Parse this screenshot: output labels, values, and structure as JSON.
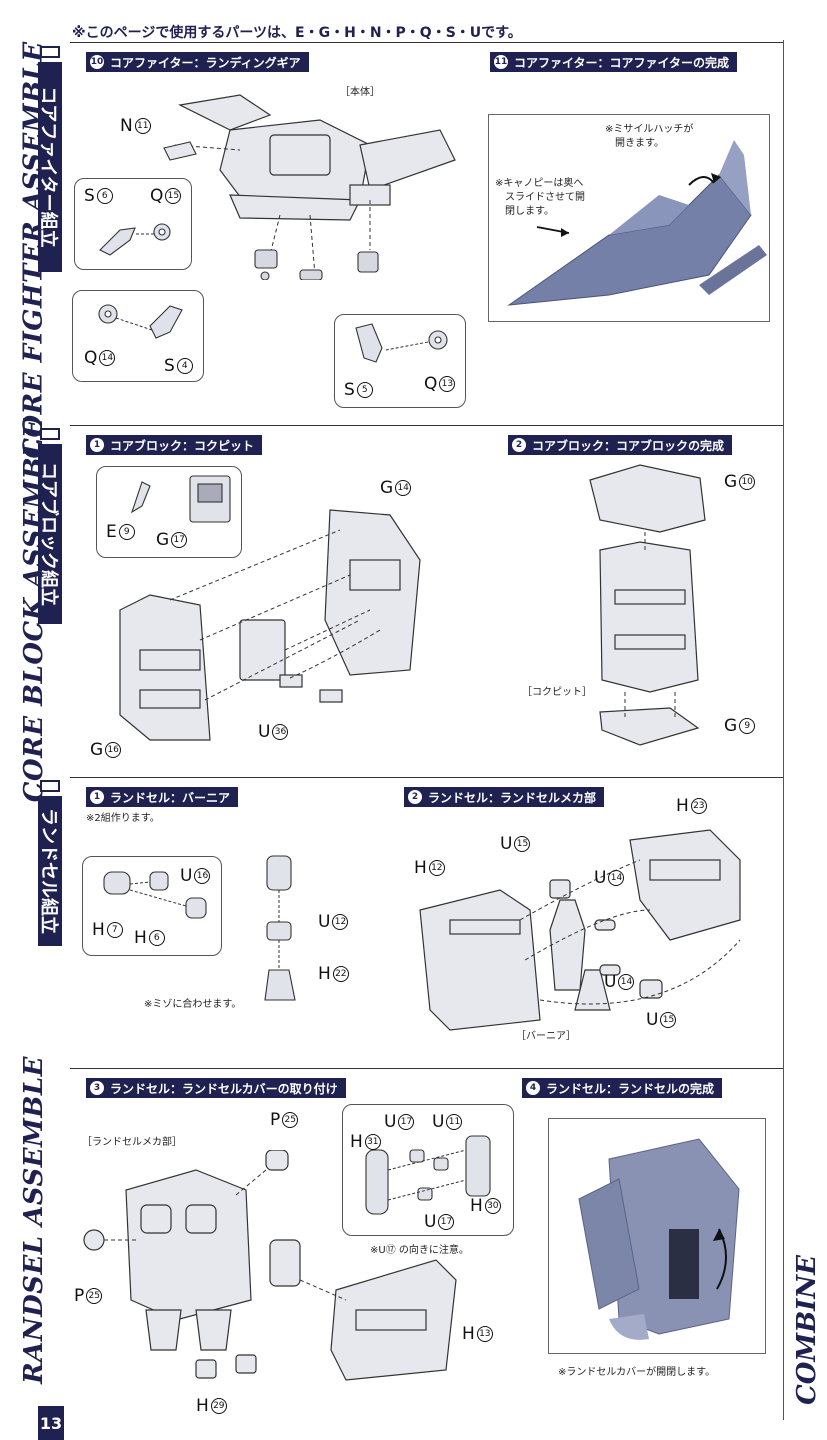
{
  "page": {
    "number": "13",
    "top_note": "※このページで使用するパーツは、E・G・H・N・P・Q・S・Uです。"
  },
  "sidebar": {
    "core_fighter_en": "CORE FIGHTER ASSEMBLE",
    "core_fighter_jp": "コアファイター組立",
    "core_block_en": "CORE BLOCK ASSEMBLE",
    "core_block_jp": "コアブロック組立",
    "randsel_en": "RANDSEL ASSEMBLE",
    "randsel_jp": "ランドセル組立",
    "right_en": "COMBINE"
  },
  "steps": {
    "s10": {
      "num": "10",
      "title": "コアファイター：ランディングギア"
    },
    "s11": {
      "num": "11",
      "title": "コアファイター：コアファイターの完成"
    },
    "cb1": {
      "num": "1",
      "title": "コアブロック：コクピット"
    },
    "cb2": {
      "num": "2",
      "title": "コアブロック：コアブロックの完成"
    },
    "rs1": {
      "num": "1",
      "title": "ランドセル：バーニア"
    },
    "rs2": {
      "num": "2",
      "title": "ランドセル：ランドセルメカ部"
    },
    "rs3": {
      "num": "3",
      "title": "ランドセル：ランドセルカバーの取り付け"
    },
    "rs4": {
      "num": "4",
      "title": "ランドセル：ランドセルの完成"
    }
  },
  "notes": {
    "honntai": "［本体］",
    "missile_hatch": "※ミサイルハッチが\n　開きます。",
    "canopy": "※キャノピーは奥へ\n　スライドさせて開\n　閉します。",
    "cockpit": "［コクピット］",
    "two_sets": "※2組作ります。",
    "groove": "※ミゾに合わせます。",
    "vernier": "［バーニア］",
    "randsel_mecha": "［ランドセルメカ部］",
    "u17_note": "※U⑰ の向きに注意。",
    "cover_opens": "※ランドセルカバーが開閉します。"
  },
  "parts": {
    "n11": {
      "letter": "N",
      "num": "11"
    },
    "s6": {
      "letter": "S",
      "num": "6"
    },
    "q15": {
      "letter": "Q",
      "num": "15"
    },
    "q14": {
      "letter": "Q",
      "num": "14"
    },
    "s4": {
      "letter": "S",
      "num": "4"
    },
    "s5": {
      "letter": "S",
      "num": "5"
    },
    "q13": {
      "letter": "Q",
      "num": "13"
    },
    "e9": {
      "letter": "E",
      "num": "9"
    },
    "g17": {
      "letter": "G",
      "num": "17"
    },
    "g14": {
      "letter": "G",
      "num": "14"
    },
    "g16": {
      "letter": "G",
      "num": "16"
    },
    "u36": {
      "letter": "U",
      "num": "36"
    },
    "g10": {
      "letter": "G",
      "num": "10"
    },
    "g9": {
      "letter": "G",
      "num": "9"
    },
    "u16": {
      "letter": "U",
      "num": "16"
    },
    "h7": {
      "letter": "H",
      "num": "7"
    },
    "h6": {
      "letter": "H",
      "num": "6"
    },
    "u12": {
      "letter": "U",
      "num": "12"
    },
    "h22": {
      "letter": "H",
      "num": "22"
    },
    "u15a": {
      "letter": "U",
      "num": "15"
    },
    "h23": {
      "letter": "H",
      "num": "23"
    },
    "h12": {
      "letter": "H",
      "num": "12"
    },
    "u14a": {
      "letter": "U",
      "num": "14"
    },
    "u14b": {
      "letter": "U",
      "num": "14"
    },
    "u15b": {
      "letter": "U",
      "num": "15"
    },
    "p25a": {
      "letter": "P",
      "num": "25"
    },
    "p25b": {
      "letter": "P",
      "num": "25"
    },
    "h29": {
      "letter": "H",
      "num": "29"
    },
    "h13": {
      "letter": "H",
      "num": "13"
    },
    "u17a": {
      "letter": "U",
      "num": "17"
    },
    "u11": {
      "letter": "U",
      "num": "11"
    },
    "h31": {
      "letter": "H",
      "num": "31"
    },
    "u17b": {
      "letter": "U",
      "num": "17"
    },
    "h30": {
      "letter": "H",
      "num": "30"
    }
  }
}
